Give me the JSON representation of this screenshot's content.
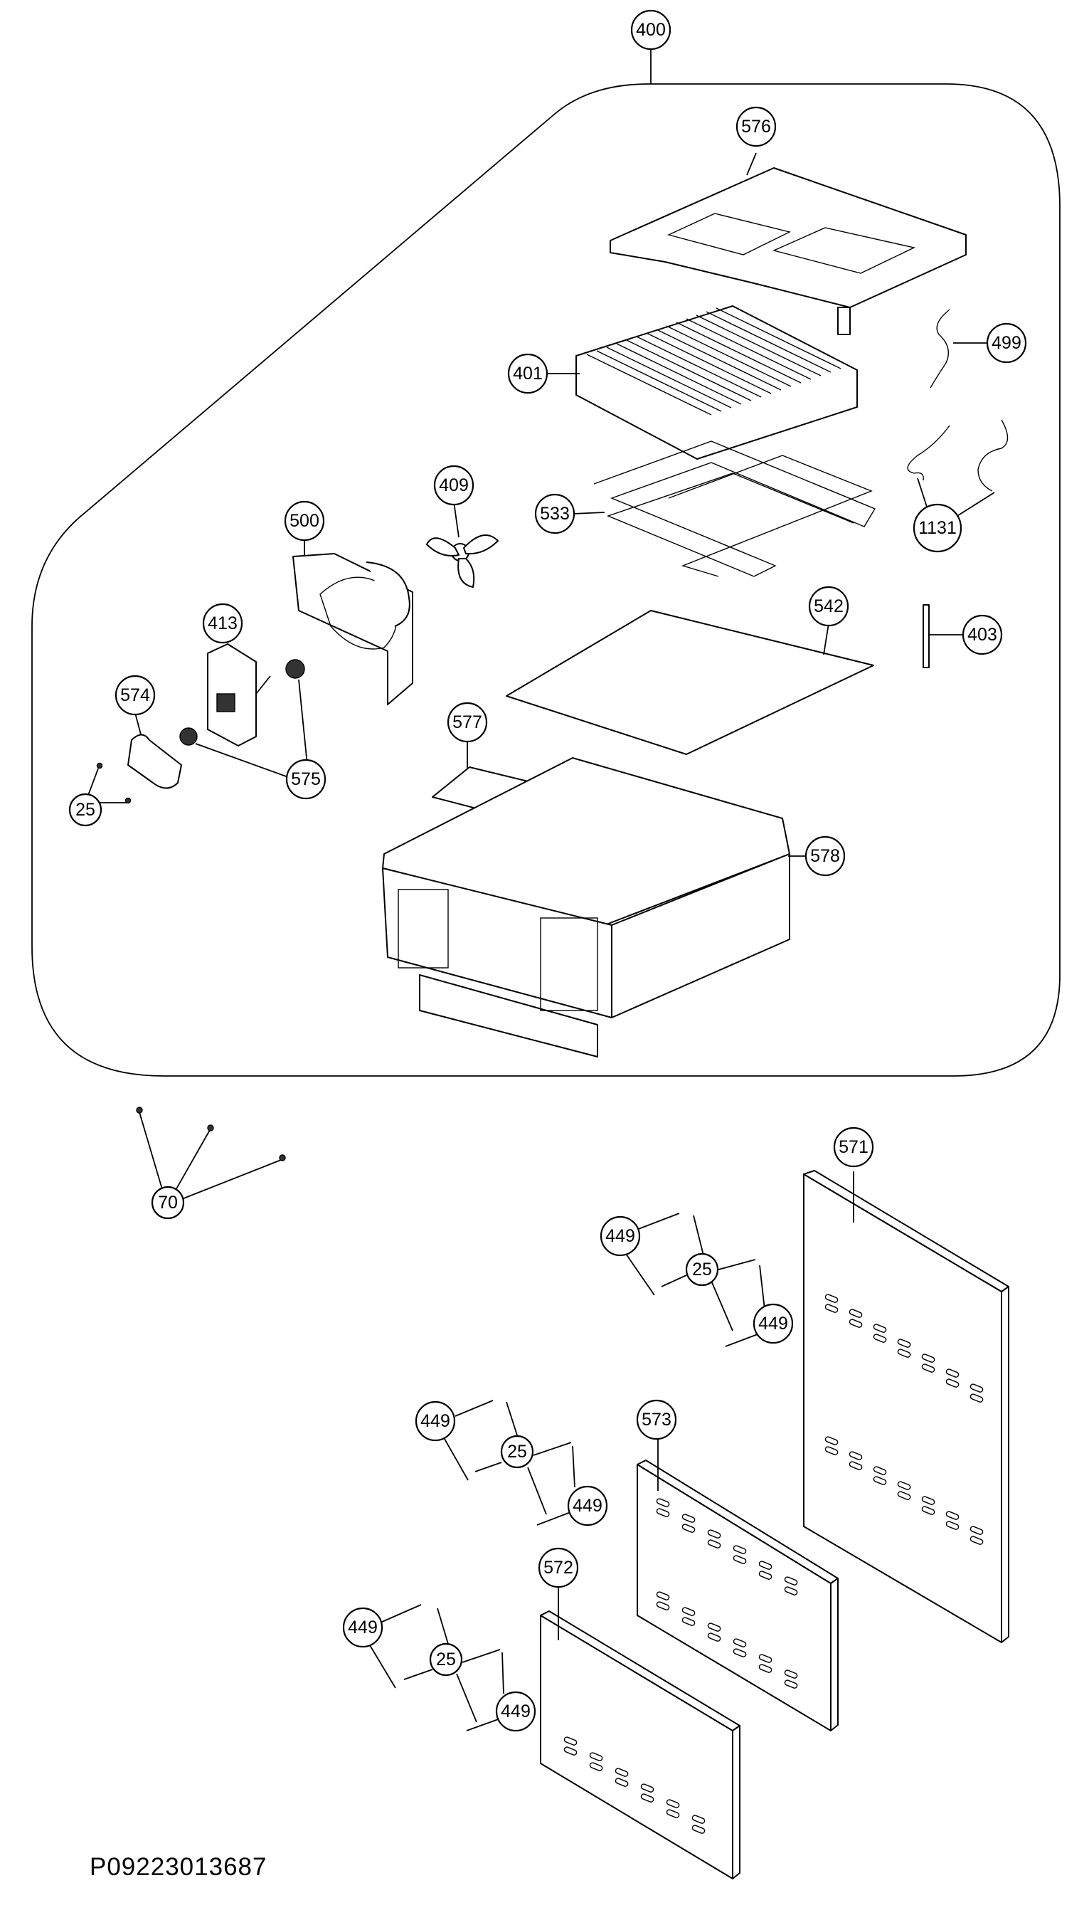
{
  "drawing_number": "P09223013687",
  "callouts": {
    "c400": "400",
    "c576": "576",
    "c499": "499",
    "c401": "401",
    "c409": "409",
    "c533": "533",
    "c1131": "1131",
    "c500": "500",
    "c542": "542",
    "c403": "403",
    "c413": "413",
    "c574": "574",
    "c577": "577",
    "c575": "575",
    "c25a": "25",
    "c578": "578",
    "c70": "70",
    "c571": "571",
    "c449a": "449",
    "c25b": "25",
    "c449b": "449",
    "c573": "573",
    "c449c": "449",
    "c25c": "25",
    "c449d": "449",
    "c572": "572",
    "c449e": "449",
    "c25d": "25",
    "c449f": "449"
  }
}
